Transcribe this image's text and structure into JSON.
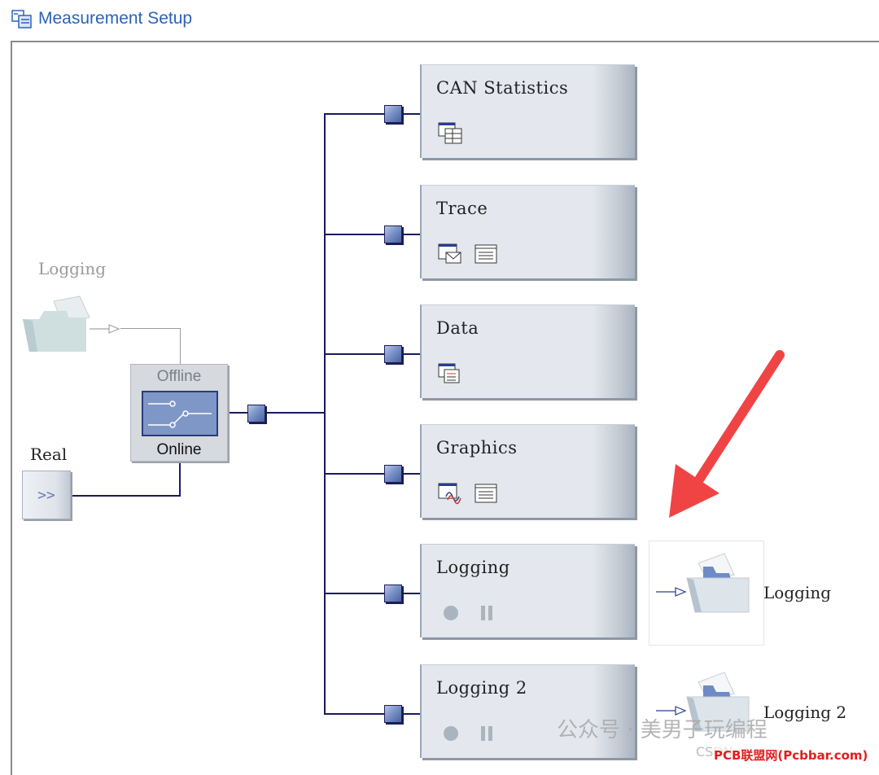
{
  "window": {
    "title": "Measurement Setup",
    "title_icon": "measurement-setup-icon"
  },
  "sources": {
    "logging_label": "Logging",
    "real_label": "Real",
    "real_button_glyph": ">>"
  },
  "switch": {
    "offline_label": "Offline",
    "online_label": "Online"
  },
  "blocks": [
    {
      "label": "CAN Statistics",
      "icons": [
        "statistics-table-icon"
      ]
    },
    {
      "label": "Trace",
      "icons": [
        "trace-window-icon",
        "config-list-icon"
      ]
    },
    {
      "label": "Data",
      "icons": [
        "data-window-icon"
      ]
    },
    {
      "label": "Graphics",
      "icons": [
        "graphics-window-icon",
        "config-list-icon"
      ]
    },
    {
      "label": "Logging",
      "icons": [
        "record-icon",
        "pause-icon"
      ]
    },
    {
      "label": "Logging 2",
      "icons": [
        "record-icon",
        "pause-icon"
      ]
    }
  ],
  "outputs": [
    {
      "label": "Logging",
      "icon": "log-folder-icon"
    },
    {
      "label": "Logging 2",
      "icon": "log-folder-icon"
    }
  ],
  "annotation": {
    "arrow_color": "#f04444",
    "icon": "red-arrow-icon"
  },
  "watermark": {
    "text": "公众号 · 美男子玩编程",
    "sub": "CSDN",
    "site": "PCB联盟网(Pcbbar.com)"
  },
  "colors": {
    "title": "#2a63b9",
    "wire": "#1a1a5e",
    "node": "#6e86bb"
  }
}
